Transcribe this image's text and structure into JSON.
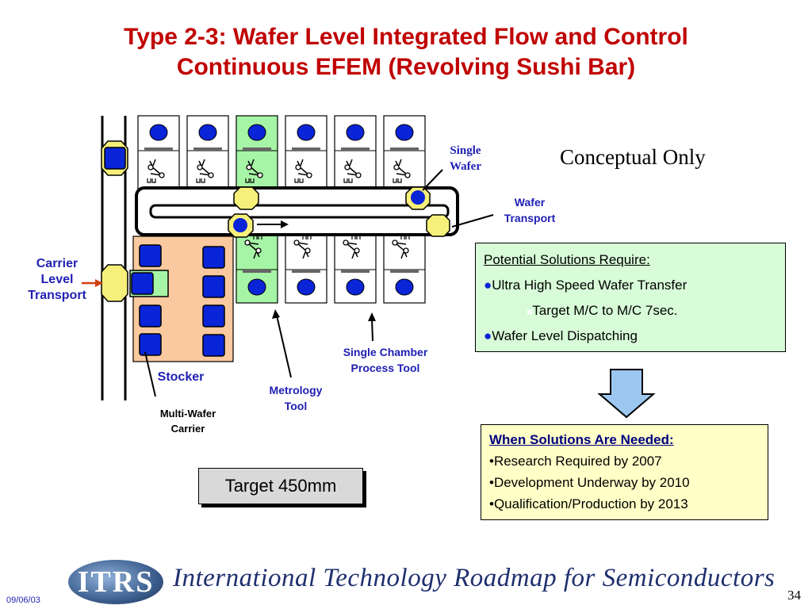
{
  "title": {
    "line1": "Type 2-3: Wafer Level Integrated Flow and Control",
    "line2": "Continuous EFEM (Revolving Sushi Bar)"
  },
  "labels": {
    "single_wafer_1": "Single",
    "single_wafer_2": "Wafer",
    "wafer_transport_1": "Wafer",
    "wafer_transport_2": "Transport",
    "carrier_1": "Carrier",
    "carrier_2": "Level",
    "carrier_3": "Transport",
    "stocker": "Stocker",
    "multi_wafer_1": "Multi-Wafer",
    "multi_wafer_2": "Carrier",
    "metrology_1": "Metrology",
    "metrology_2": "Tool",
    "single_chamber_1": "Single Chamber",
    "single_chamber_2": "Process Tool"
  },
  "conceptual": "Conceptual Only",
  "solutions_box": {
    "heading": "Potential Solutions Require:",
    "item1": "Ultra High Speed Wafer Transfer",
    "sub1": "Target M/C to M/C  7sec.",
    "item2": "Wafer Level Dispatching",
    "bullet": "●",
    "sub_bullet": "■"
  },
  "when_box": {
    "heading": "When Solutions Are Needed:",
    "item1": "•Research Required by 2007",
    "item2": "•Development Underway by 2010",
    "item3": "•Qualification/Production by 2013"
  },
  "target": "Target 450mm",
  "footer": {
    "date": "09/06/03",
    "page": "34",
    "logo_text": "ITRS",
    "tagline": "International Technology Roadmap for Semiconductors"
  },
  "colors": {
    "title": "#c00000",
    "label_blue": "#1f1fb4",
    "metrology_green": "#a6f5a6",
    "stocker_orange": "#fbc99f",
    "wafer_blue": "#0a24d8",
    "carrier_yellow": "#f6f07a",
    "arrow_blue": "#9cc7f0"
  }
}
